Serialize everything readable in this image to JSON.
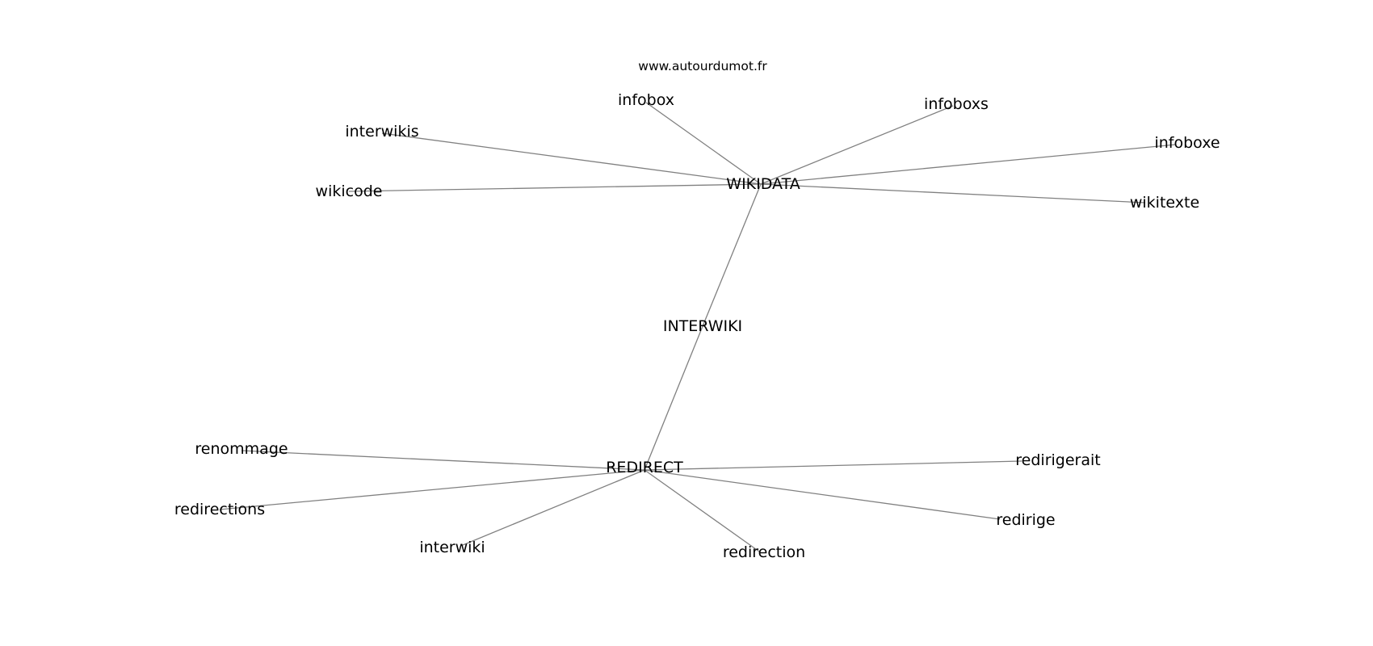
{
  "site": "www.autourdumot.fr",
  "nodes": [
    {
      "id": "WIKIDATA",
      "label": "WIKIDATA"
    },
    {
      "id": "INTERWIKI",
      "label": "INTERWIKI"
    },
    {
      "id": "REDIRECT",
      "label": "REDIRECT"
    },
    {
      "id": "infobox",
      "label": "infobox"
    },
    {
      "id": "infoboxs",
      "label": "infoboxs"
    },
    {
      "id": "infoboxe",
      "label": "infoboxe"
    },
    {
      "id": "interwikis",
      "label": "interwikis"
    },
    {
      "id": "wikicode",
      "label": "wikicode"
    },
    {
      "id": "wikitexte",
      "label": "wikitexte"
    },
    {
      "id": "renommage",
      "label": "renommage"
    },
    {
      "id": "redirections",
      "label": "redirections"
    },
    {
      "id": "interwiki",
      "label": "interwiki"
    },
    {
      "id": "redirection",
      "label": "redirection"
    },
    {
      "id": "redirige",
      "label": "redirige"
    },
    {
      "id": "redirigerait",
      "label": "redirigerait"
    }
  ],
  "edges": [
    [
      "WIKIDATA",
      "INTERWIKI"
    ],
    [
      "INTERWIKI",
      "REDIRECT"
    ],
    [
      "WIKIDATA",
      "infobox"
    ],
    [
      "WIKIDATA",
      "infoboxs"
    ],
    [
      "WIKIDATA",
      "infoboxe"
    ],
    [
      "WIKIDATA",
      "interwikis"
    ],
    [
      "WIKIDATA",
      "wikicode"
    ],
    [
      "WIKIDATA",
      "wikitexte"
    ],
    [
      "REDIRECT",
      "renommage"
    ],
    [
      "REDIRECT",
      "redirections"
    ],
    [
      "REDIRECT",
      "interwiki"
    ],
    [
      "REDIRECT",
      "redirection"
    ],
    [
      "REDIRECT",
      "redirige"
    ],
    [
      "REDIRECT",
      "redirigerait"
    ]
  ]
}
